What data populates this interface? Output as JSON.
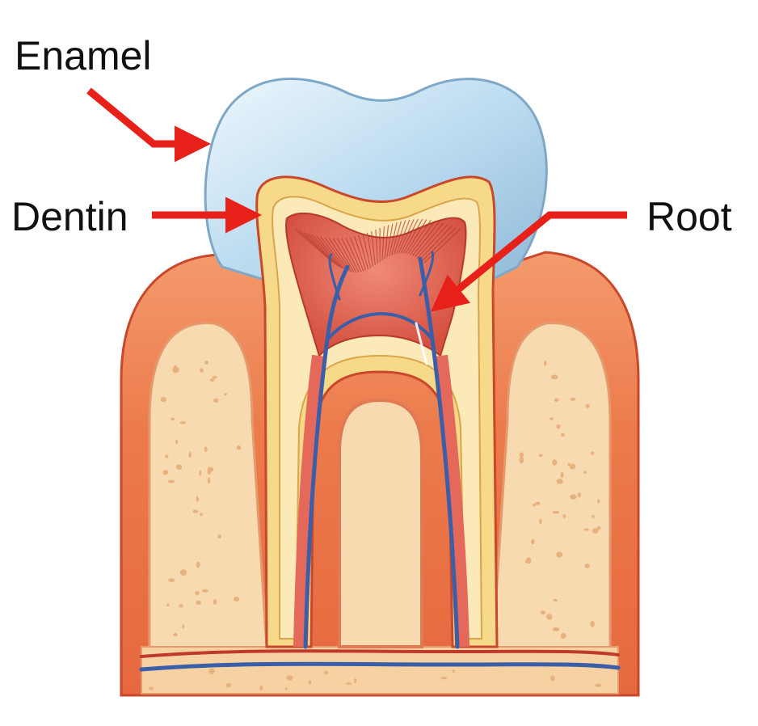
{
  "labels": {
    "enamel": "Enamel",
    "dentin": "Dentin",
    "root": "Root"
  },
  "colors": {
    "arrow": "#e8201a",
    "enamel_light": "#eef7fd",
    "enamel_mid": "#bcdcf0",
    "enamel_dark": "#8fb9d8",
    "dentin": "#f7d98a",
    "dentin_pale": "#fbe9b8",
    "pulp": "#e4695a",
    "gum": "#ec7b4c",
    "gum_dark": "#c9472a",
    "bone": "#f8dab0",
    "bone_dot": "#e8b27e",
    "vessel_blue": "#3a5fa8",
    "vessel_red": "#c0392b"
  }
}
